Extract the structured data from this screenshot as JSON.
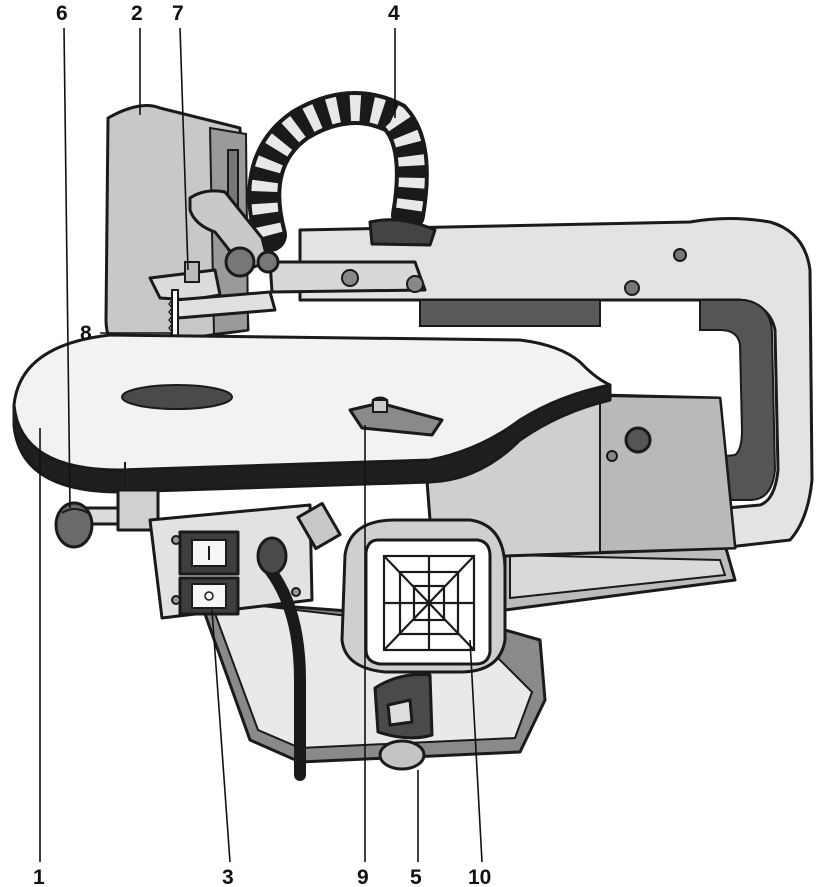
{
  "callouts": {
    "c1": "1",
    "c2": "2",
    "c3": "3",
    "c4": "4",
    "c5": "5",
    "c6": "6",
    "c7": "7",
    "c8": "8",
    "c9": "9",
    "c10": "10"
  },
  "colors": {
    "outline": "#1a1a1a",
    "light_gray": "#e6e6e6",
    "mid_gray": "#b3b3b3",
    "dark_gray": "#555555",
    "table_white": "#f4f4f4"
  }
}
